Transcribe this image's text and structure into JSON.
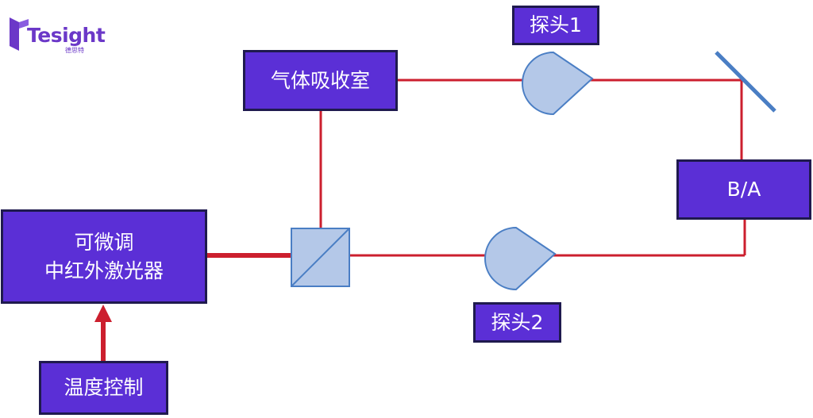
{
  "logo": {
    "wordmark": "Tesight",
    "subtext": "德思特"
  },
  "boxes": {
    "gas_cell": "气体吸收室",
    "probe1": "探头1",
    "probe2": "探头2",
    "ba": "B/A",
    "laser_line1": "可微调",
    "laser_line2": "中红外激光器",
    "temp_control": "温度控制"
  },
  "colors": {
    "box_fill": "#5b2fd6",
    "box_border": "#1f1a4e",
    "beam": "#cc1f2e",
    "optic_fill": "#b4c8e8",
    "optic_stroke": "#4a7ec4",
    "brand": "#6b38c8"
  }
}
